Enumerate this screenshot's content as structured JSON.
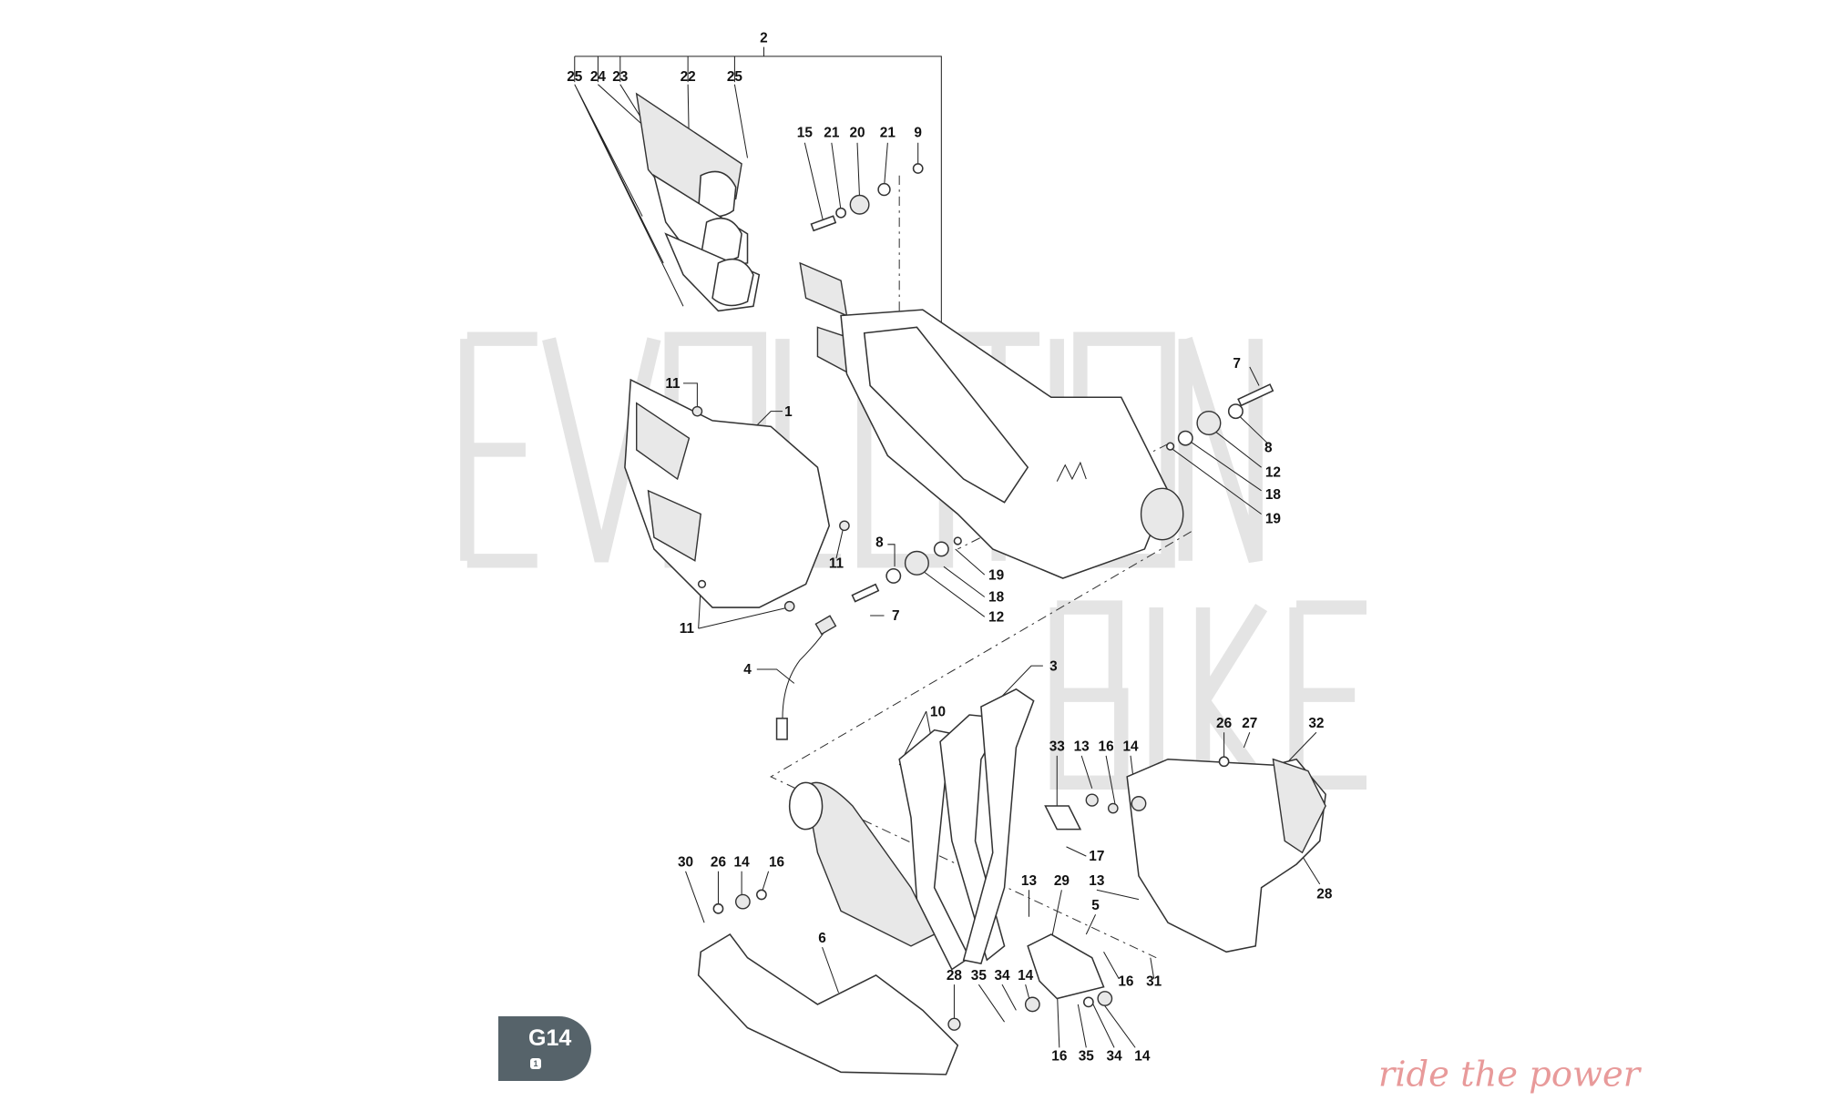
{
  "diagram": {
    "watermark": {
      "brand": "EVOLUTION BIKE",
      "tagline": "ride the power"
    },
    "badge": {
      "code": "G14",
      "page": "1"
    },
    "callouts": [
      "2",
      "25",
      "24",
      "23",
      "22",
      "25",
      "15",
      "21",
      "20",
      "21",
      "9",
      "7",
      "8",
      "12",
      "18",
      "19",
      "11",
      "1",
      "11",
      "8",
      "19",
      "18",
      "12",
      "7",
      "11",
      "4",
      "3",
      "10",
      "33",
      "13",
      "16",
      "14",
      "26",
      "27",
      "32",
      "17",
      "28",
      "30",
      "26",
      "14",
      "16",
      "13",
      "29",
      "13",
      "5",
      "6",
      "28",
      "35",
      "34",
      "14",
      "16",
      "31",
      "16",
      "35",
      "34",
      "14"
    ]
  }
}
